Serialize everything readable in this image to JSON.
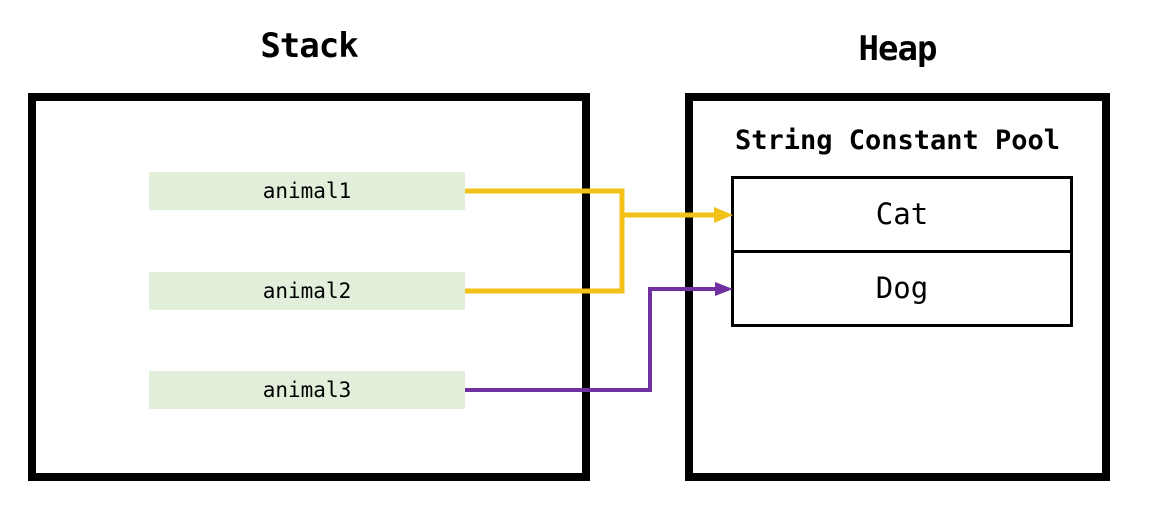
{
  "diagram": {
    "stack": {
      "title": "Stack",
      "variables": [
        {
          "label": "animal1"
        },
        {
          "label": "animal2"
        },
        {
          "label": "animal3"
        }
      ]
    },
    "heap": {
      "title": "Heap",
      "pool_label": "String Constant Pool",
      "pool_entries": [
        {
          "label": "Cat"
        },
        {
          "label": "Dog"
        }
      ]
    },
    "pointers": [
      {
        "from": "animal1",
        "to": "Cat",
        "color": "#F2C218"
      },
      {
        "from": "animal2",
        "to": "Cat",
        "color": "#F2C218"
      },
      {
        "from": "animal3",
        "to": "Dog",
        "color": "#7030A0"
      }
    ],
    "colors": {
      "box_border": "#000000",
      "variable_fill": "#E2EFDA",
      "pointer_yellow": "#F2C218",
      "pointer_purple": "#7030A0",
      "background": "#FFFFFF",
      "text": "#000000"
    }
  }
}
